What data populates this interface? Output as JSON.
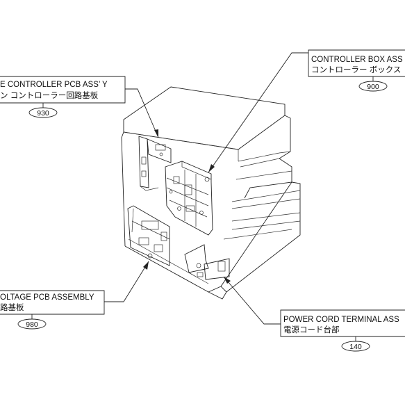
{
  "callouts": [
    {
      "id": "controller-box",
      "line1": "CONTROLLER BOX ASS",
      "line2": "コントローラー ボックス",
      "part_no": "900"
    },
    {
      "id": "engine-controller-pcb",
      "line1": "E CONTROLLER PCB ASS’ Y",
      "line2": "ン コントローラー回路基板",
      "part_no": "930"
    },
    {
      "id": "high-voltage-pcb",
      "line1": "OLTAGE PCB ASSEMBLY",
      "line2": "路基板",
      "part_no": "980"
    },
    {
      "id": "power-cord-terminal",
      "line1": "POWER CORD TERMINAL ASS",
      "line2": "電源コード台部",
      "part_no": "140"
    }
  ]
}
